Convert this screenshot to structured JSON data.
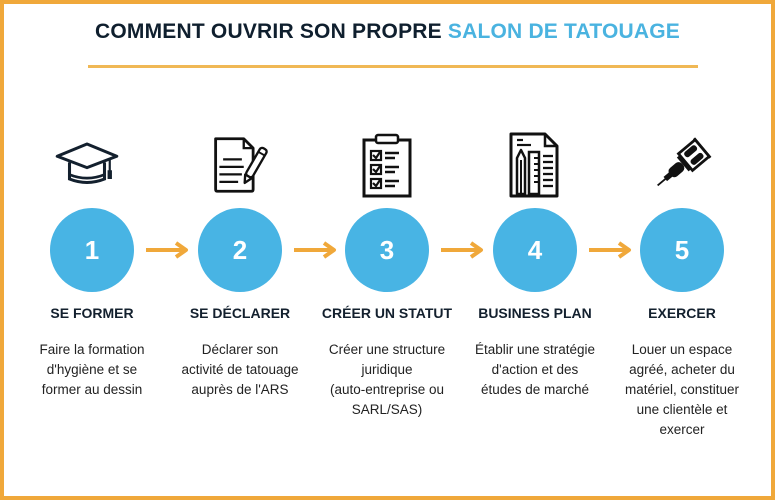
{
  "title": {
    "main": "COMMENT OUVRIR SON PROPRE ",
    "accent": "SALON DE TATOUAGE"
  },
  "colors": {
    "frame": "#f0a83a",
    "circle": "#48b4e4",
    "arrow": "#f0a83a",
    "title_dark": "#0f1f2e",
    "title_accent": "#4ab3e0"
  },
  "steps": [
    {
      "number": "1",
      "icon": "graduation-cap-icon",
      "heading": "SE FORMER",
      "description": [
        "Faire la formation",
        "d'hygiène et se",
        "former au dessin"
      ]
    },
    {
      "number": "2",
      "icon": "document-pen-icon",
      "heading": "SE DÉCLARER",
      "description": [
        "Déclarer son",
        "activité de tatouage",
        "auprès de l'ARS"
      ]
    },
    {
      "number": "3",
      "icon": "clipboard-checklist-icon",
      "heading": "CRÉER UN STATUT",
      "description": [
        "Créer une structure",
        "juridique",
        "(auto-entreprise ou",
        "SARL/SAS)"
      ]
    },
    {
      "number": "4",
      "icon": "business-plan-document-icon",
      "heading": "BUSINESS PLAN",
      "description": [
        "Établir une stratégie",
        "d'action et des",
        "études de marché"
      ]
    },
    {
      "number": "5",
      "icon": "tattoo-machine-icon",
      "heading": "EXERCER",
      "description": [
        "Louer un espace",
        "agréé, acheter du",
        "matériel, constituer",
        "une clientèle et",
        "exercer"
      ]
    }
  ]
}
